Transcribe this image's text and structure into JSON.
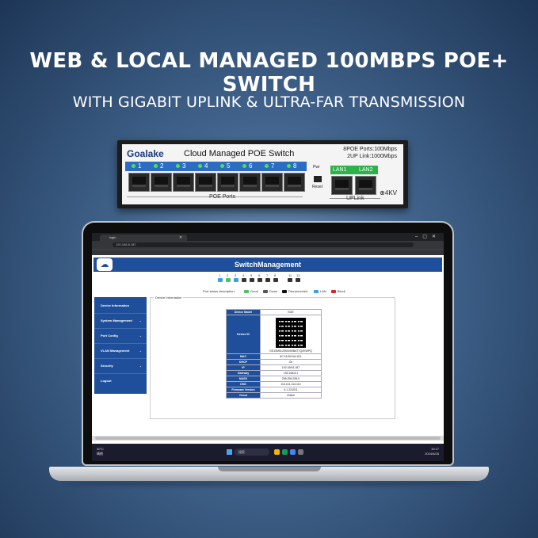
{
  "headline": "WEB & LOCAL MANAGED 100MBPS POE+ SWITCH",
  "subline": "WITH GIGABIT UPLINK & ULTRA-FAR TRANSMISSION",
  "switch": {
    "brand": "Goalake",
    "title": "Cloud Managed POE Switch",
    "spec_ports": "8POE Ports:100Mbps",
    "spec_uplink": "2UP Link:1000Mbps",
    "poe_ports": [
      "1",
      "2",
      "3",
      "4",
      "5",
      "6",
      "7",
      "8"
    ],
    "poe_label": "POE Ports",
    "lan1": "LAN1",
    "lan2": "LAN2",
    "uplink_label": "UPLink",
    "kv_rating": "4KV",
    "reset_top": "Pwr",
    "reset_label": "Reset"
  },
  "browser": {
    "tab_title": "login",
    "url": "192.168.8.187"
  },
  "app": {
    "title": "SwitchManagement",
    "port_numbers": [
      "1",
      "2",
      "3",
      "4",
      "5",
      "6",
      "7",
      "8",
      "11",
      "12"
    ],
    "status_desc_label": "Port status description:",
    "status_good": "Good",
    "status_down": "Down",
    "status_disconnected": "Disconnected",
    "status_lan": "LAN",
    "status_block": "Block",
    "colors": {
      "good": "#4ec26b",
      "down": "#555555",
      "disconnected": "#111111",
      "lan": "#3aa0e6",
      "block": "#d8262b",
      "header": "#1f4f9a"
    },
    "nav": [
      {
        "label": "Device Information",
        "chevron": ""
      },
      {
        "label": "System Management",
        "chevron": "⌄"
      },
      {
        "label": "Port Config",
        "chevron": "⌄"
      },
      {
        "label": "VLAN Management",
        "chevron": "⌄"
      },
      {
        "label": "Security",
        "chevron": "⌄"
      },
      {
        "label": "Logout",
        "chevron": ""
      }
    ],
    "content_legend": "Device Information",
    "device": {
      "model_label": "Device Model",
      "model_value": "SGE",
      "id_label": "Device ID",
      "id_value": "GS10M5125S0050BATTQ0KWPQ",
      "mac_label": "MAC",
      "mac_value": "5C:15:D0:0A:1D1",
      "dhcp_label": "DHCP",
      "dhcp_value": "On",
      "ip_label": "IP",
      "ip_value": "192.168.8.187",
      "gw_label": "Gateway",
      "gw_value": "192.168.8.1",
      "mask_label": "MASK",
      "mask_value": "255.255.255.0",
      "dns_label": "DNS",
      "dns_value": "114.114.114.114",
      "fw_label": "Firmware Version",
      "fw_value": "6.1.231011",
      "cloud_label": "Cloud",
      "cloud_value": "Online"
    }
  },
  "taskbar": {
    "weather_temp": "30°C",
    "weather_desc": "晴朗",
    "search": "搜索",
    "time": "10:17",
    "date": "2024/8/28"
  }
}
